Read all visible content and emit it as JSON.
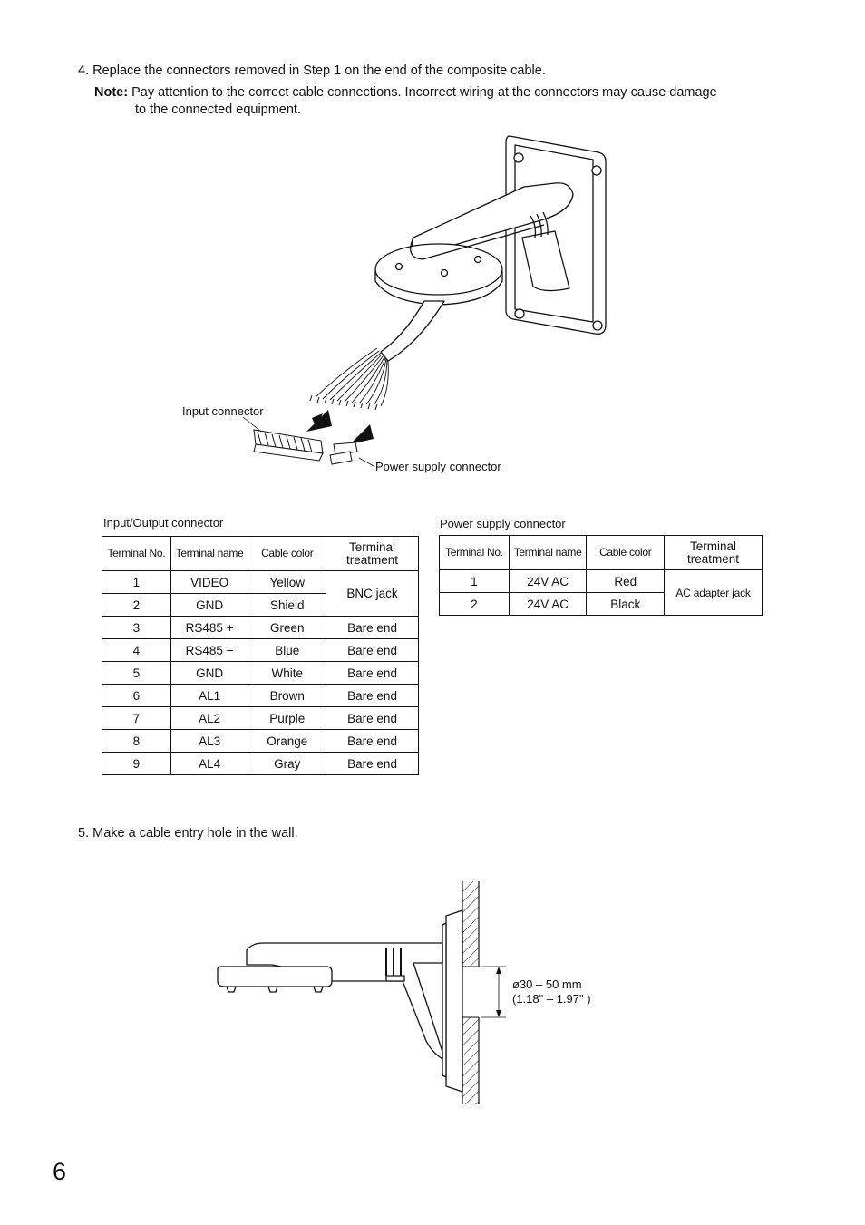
{
  "step4": {
    "text": "4. Replace the connectors removed in Step 1 on the end of the composite cable.",
    "note_label": "Note:",
    "note_text": "Pay attention to the correct cable connections. Incorrect wiring at the connectors may cause damage",
    "note_text2": "to the connected equipment."
  },
  "figure1": {
    "input_connector_label": "Input connector",
    "power_connector_label": "Power supply connector"
  },
  "io_table": {
    "caption": "Input/Output connector",
    "headers": [
      "Terminal No.",
      "Terminal name",
      "Cable color",
      "Terminal treatment"
    ],
    "rows": [
      {
        "no": "1",
        "name": "VIDEO",
        "color": "Yellow",
        "treatment": "BNC jack"
      },
      {
        "no": "2",
        "name": "GND",
        "color": "Shield",
        "treatment": ""
      },
      {
        "no": "3",
        "name": "RS485 +",
        "color": "Green",
        "treatment": "Bare end"
      },
      {
        "no": "4",
        "name": "RS485 −",
        "color": "Blue",
        "treatment": "Bare end"
      },
      {
        "no": "5",
        "name": "GND",
        "color": "White",
        "treatment": "Bare end"
      },
      {
        "no": "6",
        "name": "AL1",
        "color": "Brown",
        "treatment": "Bare end"
      },
      {
        "no": "7",
        "name": "AL2",
        "color": "Purple",
        "treatment": "Bare end"
      },
      {
        "no": "8",
        "name": "AL3",
        "color": "Orange",
        "treatment": "Bare end"
      },
      {
        "no": "9",
        "name": "AL4",
        "color": "Gray",
        "treatment": "Bare end"
      }
    ]
  },
  "power_table": {
    "caption": "Power supply connector",
    "headers": [
      "Terminal No.",
      "Terminal name",
      "Cable color",
      "Terminal treatment"
    ],
    "rows": [
      {
        "no": "1",
        "name": "24V AC",
        "color": "Red",
        "treatment": "AC adapter jack"
      },
      {
        "no": "2",
        "name": "24V AC",
        "color": "Black",
        "treatment": ""
      }
    ]
  },
  "step5": {
    "text": "5. Make a cable entry hole in the wall."
  },
  "figure2": {
    "dim_mm": "ø30 – 50 mm",
    "dim_in": "(1.18\" – 1.97\" )"
  },
  "page_number": "6"
}
